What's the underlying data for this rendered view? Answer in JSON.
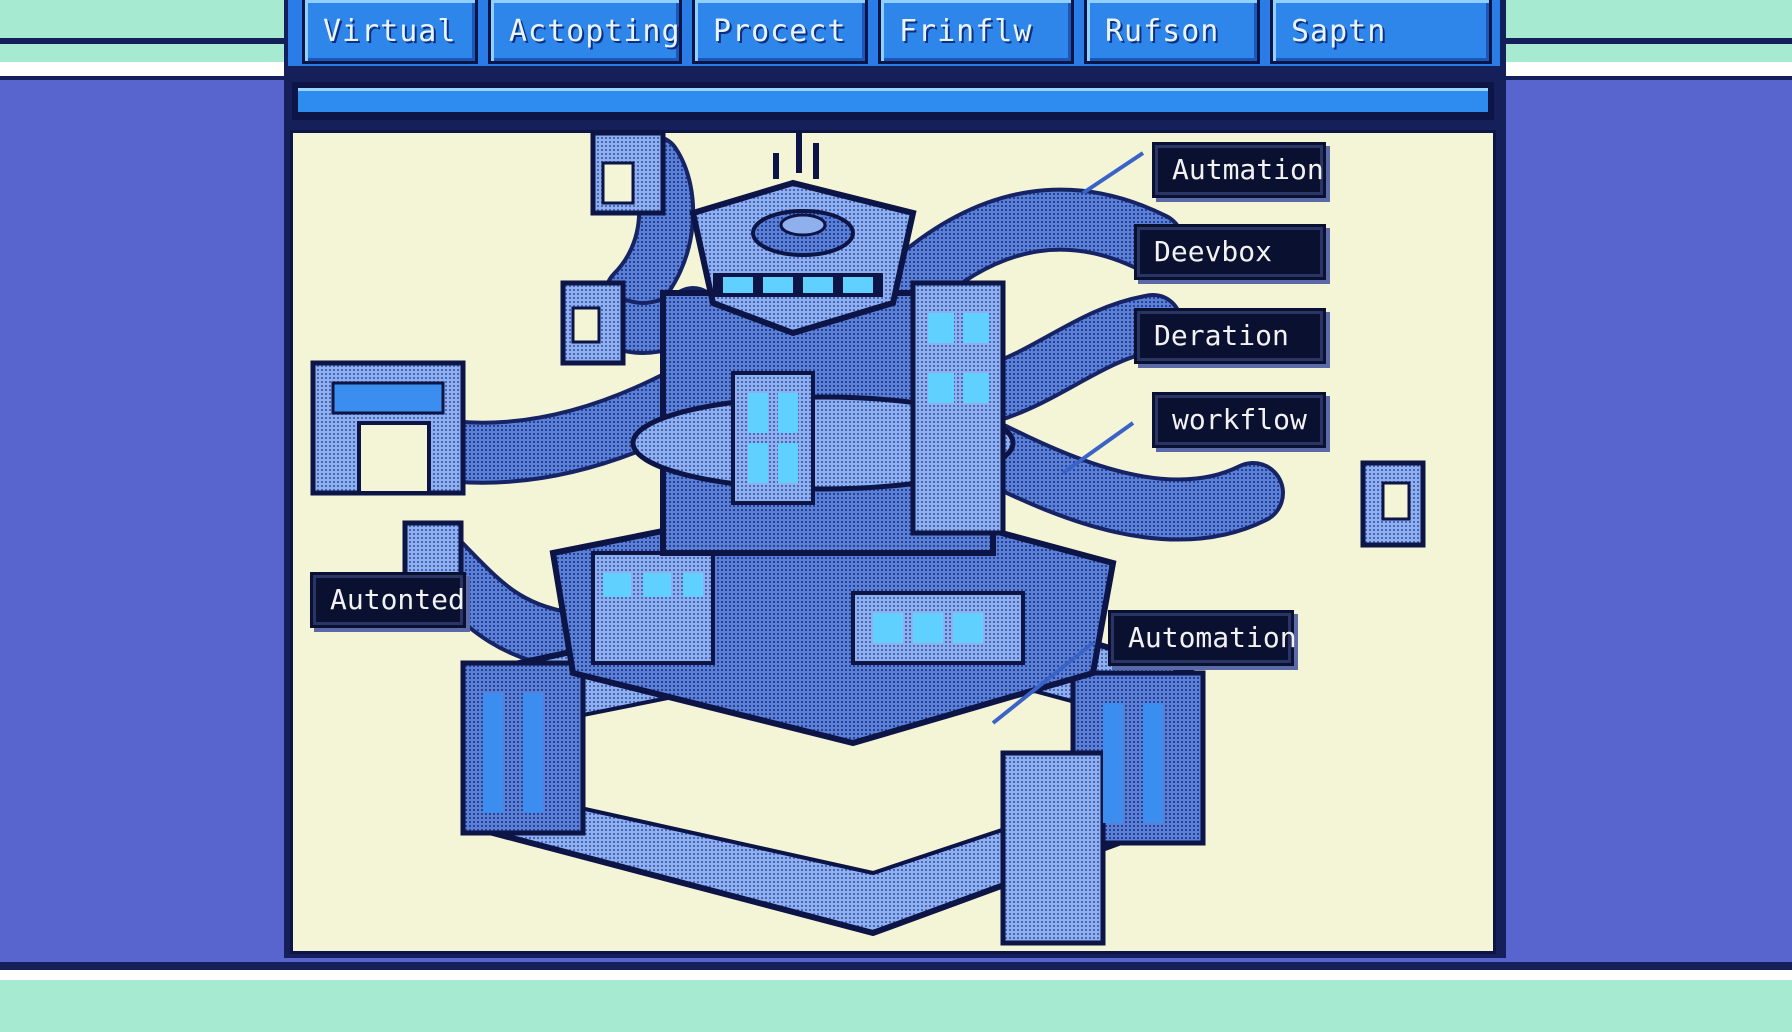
{
  "tabs": [
    {
      "label": "Virtual"
    },
    {
      "label": "Actopting"
    },
    {
      "label": "Procect"
    },
    {
      "label": "Frinflw"
    },
    {
      "label": "Rufson"
    },
    {
      "label": "Saptn"
    }
  ],
  "labels": {
    "automation_top": "Autmation",
    "deevbox": "Deevbox",
    "deration": "Deration",
    "workflow": "workflow",
    "autonted": "Autonted",
    "automation_bottom": "Automation"
  },
  "colors": {
    "band": "#a6ead2",
    "side": "#5865cf",
    "tab": "#2e86ea",
    "canvas": "#f4f4d6",
    "structure": "#3a63c8",
    "label_bg": "#0a1030"
  }
}
